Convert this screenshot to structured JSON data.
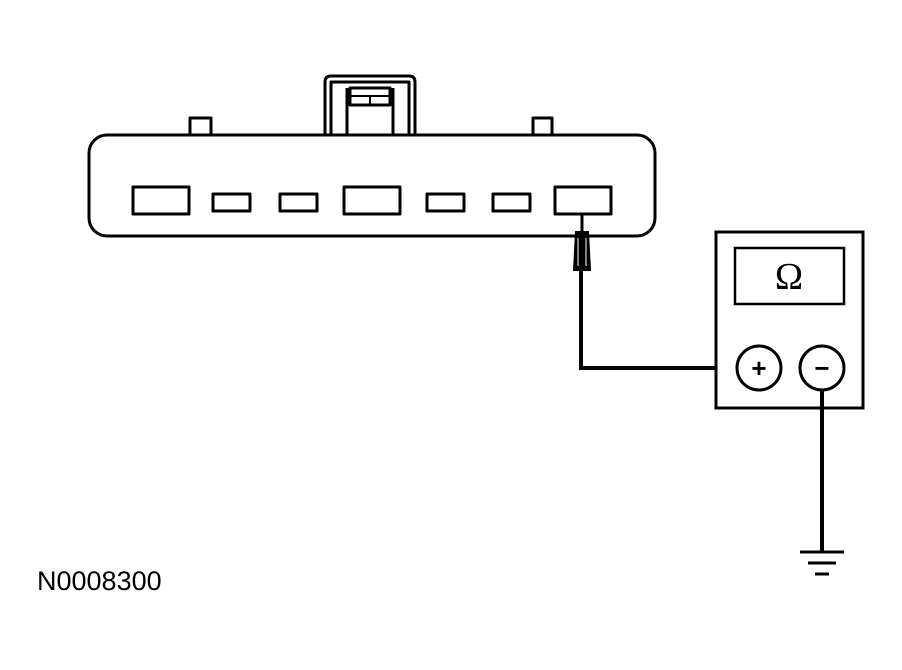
{
  "connector": {
    "pin_count": 7
  },
  "meter": {
    "display_symbol": "Ω",
    "positive_terminal": "+",
    "negative_terminal": "−"
  },
  "figure": {
    "reference_code": "N0008300"
  },
  "colors": {
    "line": "#000000",
    "background": "#ffffff"
  }
}
